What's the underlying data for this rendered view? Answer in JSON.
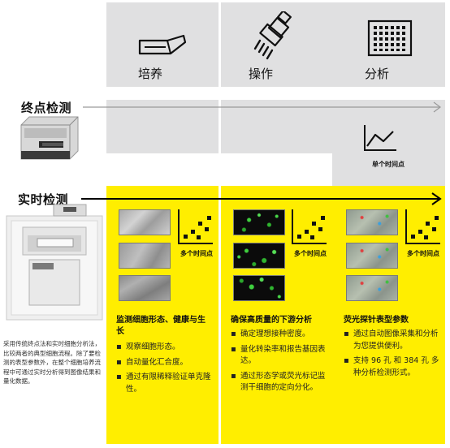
{
  "columns": [
    {
      "label": "培养",
      "icon": "flask-icon"
    },
    {
      "label": "操作",
      "icon": "pipette-icon"
    },
    {
      "label": "分析",
      "icon": "well-plate-icon"
    }
  ],
  "rows": {
    "endpoint": {
      "label": "终点检测",
      "analysis_caption": "单个时间点"
    },
    "realtime": {
      "label": "实时检测"
    }
  },
  "side_text": "采用传统终点法和实时细胞分析法，比较两者的典型细胞流程。除了要检测的表型参数外，在整个细胞培养流程中可通过实时分析得到图像结果和量化数据。",
  "cards": [
    {
      "caption": "多个时间点",
      "title": "监测细胞形态、健康与生长",
      "bullets": [
        "观察细胞形态。",
        "自动量化汇合度。",
        "通过有限稀释验证单克隆性。"
      ]
    },
    {
      "caption": "多个时间点",
      "title": "确保高质量的下游分析",
      "bullets": [
        "确定理想接种密度。",
        "量化转染率和报告基因表达。",
        "通过形态学或荧光标记监测干细胞的定向分化。"
      ]
    },
    {
      "caption": "多个时间点",
      "title": "荧光探针表型参数",
      "bullets": [
        "通过自动图像采集和分析为您提供便利。",
        "支持 96 孔 和 384 孔 多种分析检测形式。"
      ]
    }
  ],
  "colors": {
    "yellow": "#ffee00",
    "gray": "#e0e0e1",
    "arrow_gray": "#9a9a9a",
    "arrow_black": "#000000"
  }
}
